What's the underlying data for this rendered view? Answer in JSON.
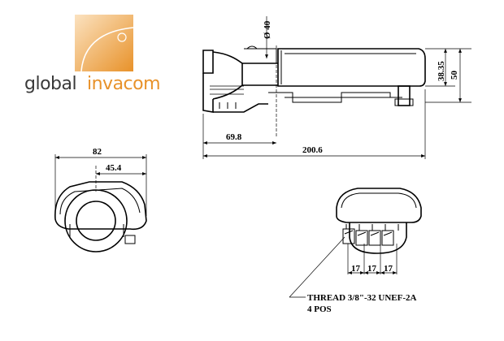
{
  "logo": {
    "word1": "global",
    "word2": "invacom",
    "color_dark": "#3a3a3a",
    "color_accent": "#e8922a"
  },
  "side_view": {
    "dim_diameter": "Ø 40",
    "dim_height_1": "38.35",
    "dim_height_2": "50",
    "dim_length_feed": "69.8",
    "dim_length_total": "200.6"
  },
  "front_view": {
    "dim_width": "82",
    "dim_half": "45.4"
  },
  "bottom_view": {
    "dim_spacing_1": "17",
    "dim_spacing_2": "17",
    "dim_spacing_3": "17",
    "thread_line1": "THREAD 3/8\"-32 UNEF-2A",
    "thread_line2": "4 POS"
  }
}
